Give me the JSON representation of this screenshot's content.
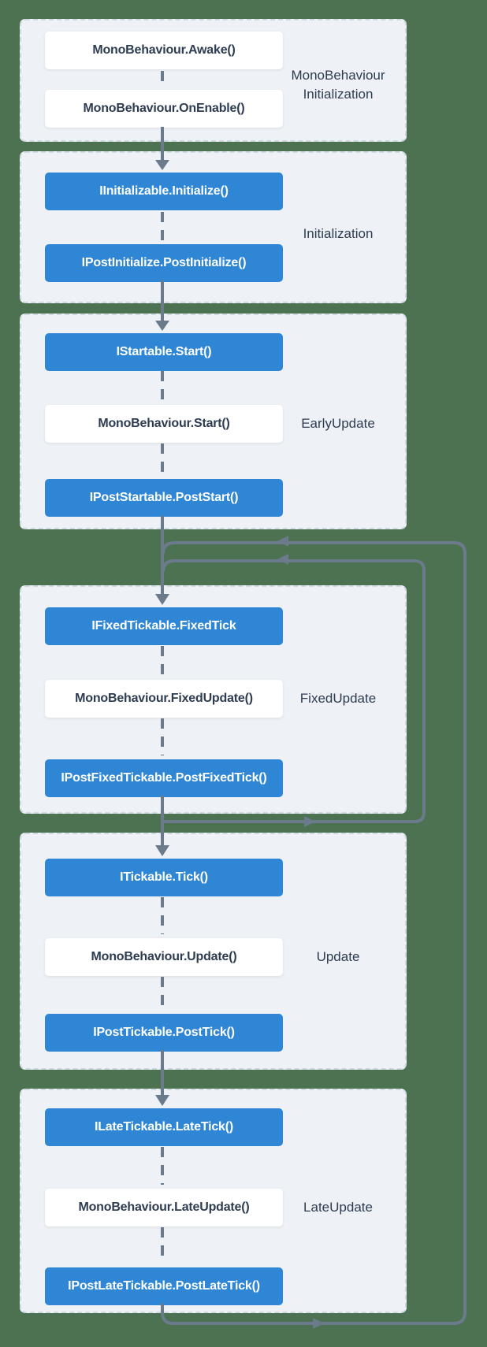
{
  "colors": {
    "background": "#4c7251",
    "section_bg": "#eef1f5",
    "section_border": "#cfd9e2",
    "box_white_bg": "#ffffff",
    "box_blue_bg": "#2e86d4",
    "text_dark": "#2e3c52",
    "text_light": "#ffffff",
    "line": "#6b7b8c"
  },
  "sections": [
    {
      "label": "MonoBehaviour Initialization",
      "boxes": [
        {
          "text": "MonoBehaviour.Awake()",
          "style": "white"
        },
        {
          "text": "MonoBehaviour.OnEnable()",
          "style": "white"
        }
      ]
    },
    {
      "label": "Initialization",
      "boxes": [
        {
          "text": "IInitializable.Initialize()",
          "style": "blue"
        },
        {
          "text": "IPostInitialize.PostInitialize()",
          "style": "blue"
        }
      ]
    },
    {
      "label": "EarlyUpdate",
      "boxes": [
        {
          "text": "IStartable.Start()",
          "style": "blue"
        },
        {
          "text": "MonoBehaviour.Start()",
          "style": "white"
        },
        {
          "text": "IPostStartable.PostStart()",
          "style": "blue"
        }
      ]
    },
    {
      "label": "FixedUpdate",
      "boxes": [
        {
          "text": "IFixedTickable.FixedTick",
          "style": "blue"
        },
        {
          "text": "MonoBehaviour.FixedUpdate()",
          "style": "white"
        },
        {
          "text": "IPostFixedTickable.PostFixedTick()",
          "style": "blue"
        }
      ]
    },
    {
      "label": "Update",
      "boxes": [
        {
          "text": "ITickable.Tick()",
          "style": "blue"
        },
        {
          "text": "MonoBehaviour.Update()",
          "style": "white"
        },
        {
          "text": "IPostTickable.PostTick()",
          "style": "blue"
        }
      ]
    },
    {
      "label": "LateUpdate",
      "boxes": [
        {
          "text": "ILateTickable.LateTick()",
          "style": "blue"
        },
        {
          "text": "MonoBehaviour.LateUpdate()",
          "style": "white"
        },
        {
          "text": "IPostLateTickable.PostLateTick()",
          "style": "blue"
        }
      ]
    }
  ]
}
